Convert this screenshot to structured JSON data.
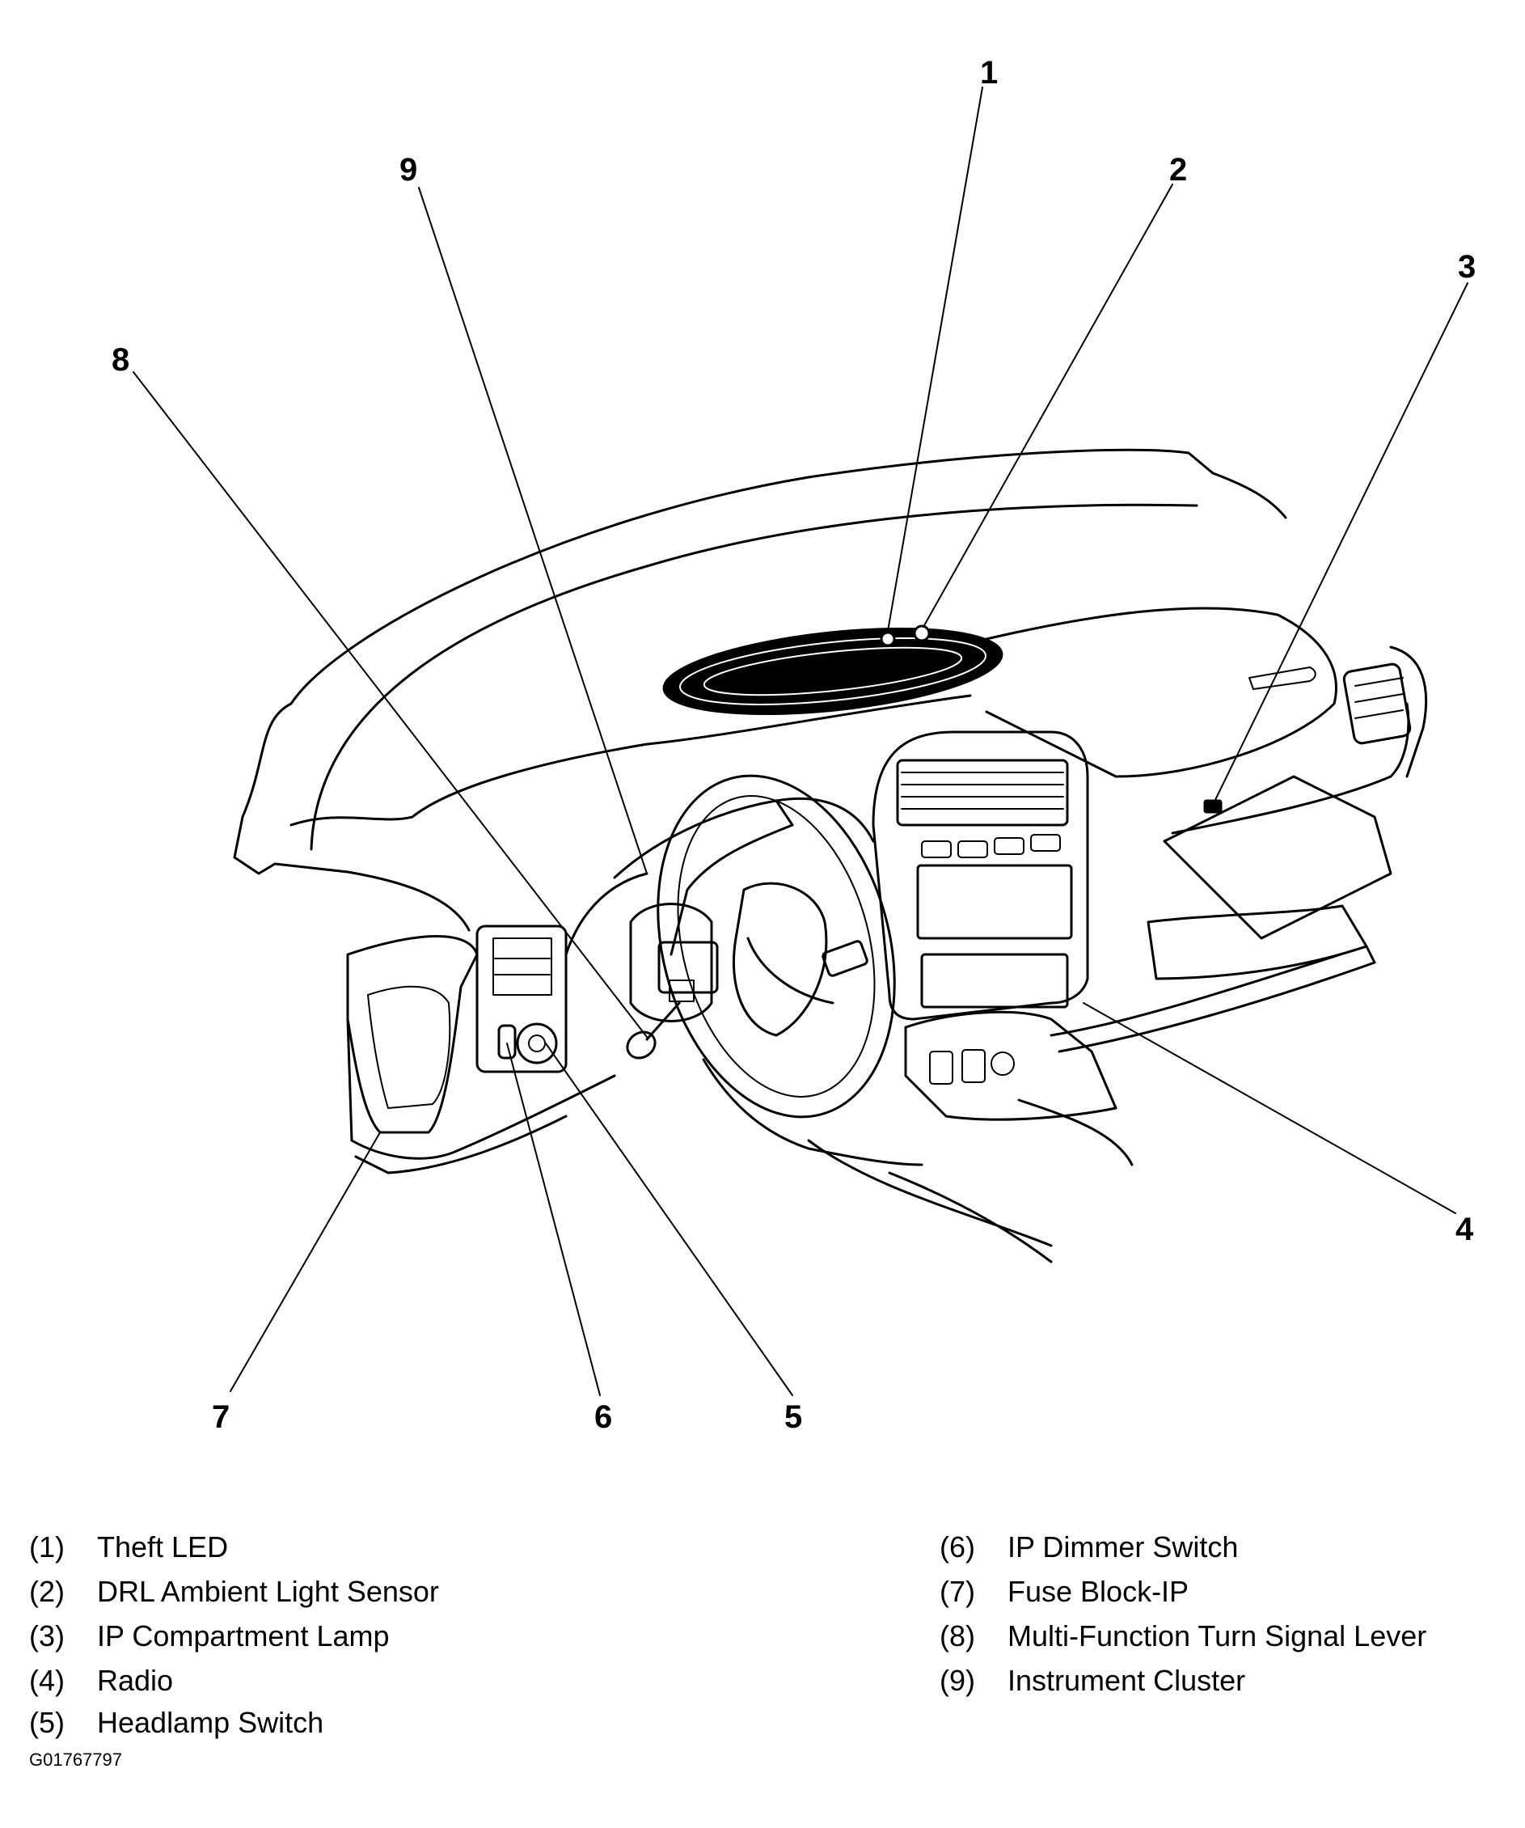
{
  "callouts": [
    {
      "id": "1",
      "label": "1"
    },
    {
      "id": "2",
      "label": "2"
    },
    {
      "id": "3",
      "label": "3"
    },
    {
      "id": "4",
      "label": "4"
    },
    {
      "id": "5",
      "label": "5"
    },
    {
      "id": "6",
      "label": "6"
    },
    {
      "id": "7",
      "label": "7"
    },
    {
      "id": "8",
      "label": "8"
    },
    {
      "id": "9",
      "label": "9"
    }
  ],
  "legend": {
    "left": [
      {
        "num": "(1)",
        "text": "Theft LED"
      },
      {
        "num": "(2)",
        "text": "DRL Ambient Light Sensor"
      },
      {
        "num": "(3)",
        "text": "IP Compartment Lamp"
      },
      {
        "num": "(4)",
        "text": "Radio"
      },
      {
        "num": "(5)",
        "text": "Headlamp Switch"
      }
    ],
    "right": [
      {
        "num": "(6)",
        "text": "IP Dimmer Switch"
      },
      {
        "num": "(7)",
        "text": "Fuse Block-IP"
      },
      {
        "num": "(8)",
        "text": "Multi-Function Turn Signal Lever"
      },
      {
        "num": "(9)",
        "text": "Instrument Cluster"
      }
    ]
  },
  "figure_id": "G01767797"
}
